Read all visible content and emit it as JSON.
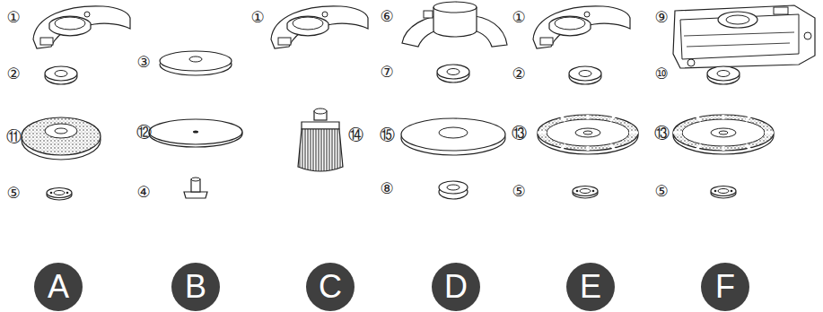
{
  "diagram": {
    "nodes": [
      {
        "text": [
          "A"
        ]
      },
      {
        "text": [
          "B"
        ]
      },
      {
        "text": [
          "C"
        ]
      },
      {
        "text": [
          "D"
        ]
      },
      {
        "text": [
          "E"
        ]
      },
      {
        "text": [
          "F"
        ]
      }
    ],
    "labels": [
      "①",
      "②",
      "⑪",
      "⑤",
      "③",
      "⑫",
      "④",
      "①",
      "⑭",
      "⑥",
      "⑦",
      "⑮",
      "⑧",
      "①",
      "②",
      "⑬",
      "⑤",
      "⑨",
      "⑩",
      "⑬",
      "⑤"
    ]
  }
}
